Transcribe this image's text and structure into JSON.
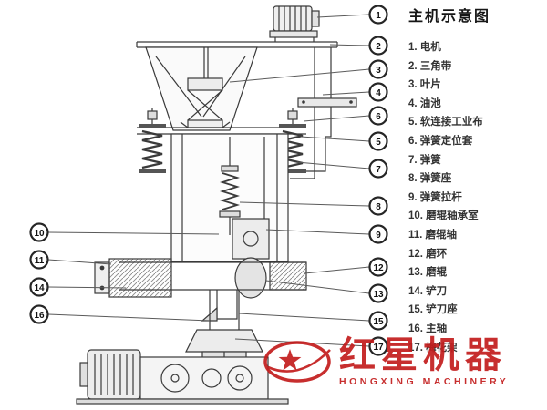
{
  "legend": {
    "title": "主机示意图",
    "items": [
      "1. 电机",
      "2. 三角带",
      "3. 叶片",
      "4. 油池",
      "5. 软连接工业布",
      "6. 弹簧定位套",
      "7. 弹簧",
      "8. 弹簧座",
      "9. 弹簧拉杆",
      "10. 磨辊轴承室",
      "11. 磨辊轴",
      "12. 磨环",
      "13. 磨辊",
      "14. 铲刀",
      "15. 铲刀座",
      "16. 主轴",
      "17. 梅花架"
    ]
  },
  "callouts": {
    "right": [
      {
        "num": "1"
      },
      {
        "num": "2"
      },
      {
        "num": "3"
      },
      {
        "num": "4"
      },
      {
        "num": "6"
      },
      {
        "num": "5"
      },
      {
        "num": "7"
      },
      {
        "num": "8"
      },
      {
        "num": "9"
      },
      {
        "num": "12"
      },
      {
        "num": "13"
      },
      {
        "num": "15"
      },
      {
        "num": "17"
      }
    ],
    "left": [
      {
        "num": "10"
      },
      {
        "num": "11"
      },
      {
        "num": "14"
      },
      {
        "num": "16"
      }
    ]
  },
  "watermark": {
    "brand": "红星机器",
    "subtitle": "HONGXING MACHINERY",
    "color": "#c31d1d"
  },
  "colors": {
    "line": "#3a3a3a",
    "accent_red": "#c31d1d"
  }
}
